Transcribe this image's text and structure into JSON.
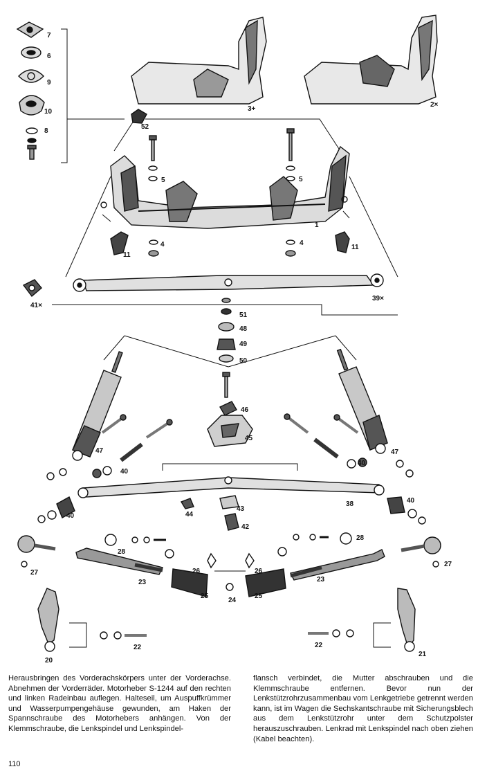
{
  "callouts": {
    "c7": "7",
    "c6": "6",
    "c9": "9",
    "c10": "10",
    "c8": "8",
    "c3": "3+",
    "c2": "2×",
    "c52": "52",
    "c5l": "5",
    "c5r": "5",
    "c4l": "4",
    "c4r": "4",
    "c1": "1",
    "c11l": "11",
    "c11r": "11",
    "c41": "41×",
    "c39": "39×",
    "c51": "51",
    "c48": "48",
    "c49": "49",
    "c50": "50",
    "c46": "46",
    "c45": "45",
    "c47l": "47",
    "c47r": "47",
    "c40a": "40",
    "c40b": "40",
    "c40c": "40",
    "c40d": "40",
    "c38": "38",
    "c44": "44",
    "c43": "43",
    "c42": "42",
    "c28l": "28",
    "c28r": "28",
    "c27l": "27",
    "c27r": "27",
    "c26l": "26",
    "c26r": "26",
    "c23l": "23",
    "c23r": "23",
    "c25l": "25",
    "c25r": "25",
    "c24": "24",
    "c22l": "22",
    "c22r": "22",
    "c20": "20",
    "c21": "21"
  },
  "text": {
    "left_column": "Herausbringen des Vorderachskörpers unter der Vorderachse. Abnehmen der Vorderräder. Motorheber S-1244 auf den rechten und linken Radeinbau auflegen. Halteseil, um Auspuffkrümmer und Wasserpumpengehäuse gewunden, am Haken der Spannschraube des Motorhebers anhängen. Von der Klemmschraube, die Lenkspindel und Lenkspindel-",
    "right_column": "flansch verbindet, die Mutter abschrauben und die Klemmschraube entfernen. Bevor nun der Lenkstützrohrzusammenbau vom Lenkgetriebe getrennt werden kann, ist im Wagen die Sechskantschraube mit Sicherungsblech aus dem Lenkstützrohr unter dem Schutzpolster herauszuschrauben. Lenkrad mit Lenkspindel nach oben ziehen (Kabel beachten)."
  },
  "page_number": "110"
}
